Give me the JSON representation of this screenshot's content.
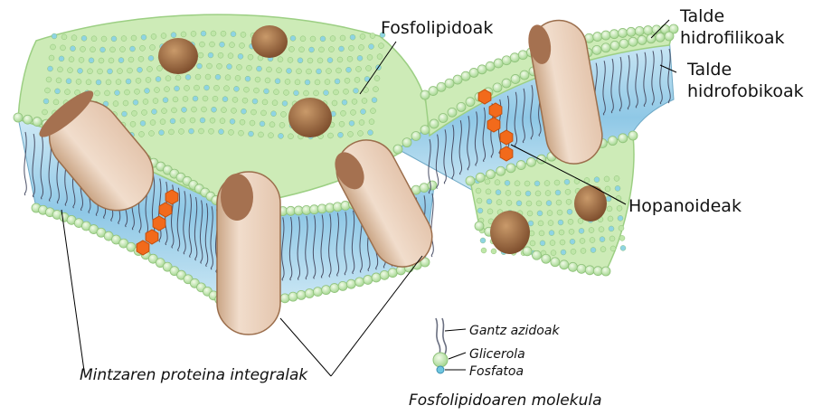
{
  "labels": {
    "phospholipids": "Fosfolipidoak",
    "hydrophilic": [
      "Talde",
      "hidrofilikoak"
    ],
    "hydrophobic": [
      "Talde",
      "hidrofobikoak"
    ],
    "hopanoids": "Hopanoideak",
    "integral_proteins": "Mintzaren proteina integralak",
    "fatty_acids": "Gantz azidoak",
    "glycerol": "Glicerola",
    "phosphate": "Fosfatoa",
    "molecule_caption": "Fosfolipidoaren molekula"
  },
  "colors": {
    "head_green": "#b9e3a6",
    "head_blue": "#8fd4e3",
    "core_blue": "#a9d6ec",
    "tail": "#4a4f66",
    "protein": "#ecd5c2",
    "protein_dark": "#8a5a3a",
    "hopanoid": "#f26a1b",
    "leader": "#000000"
  }
}
